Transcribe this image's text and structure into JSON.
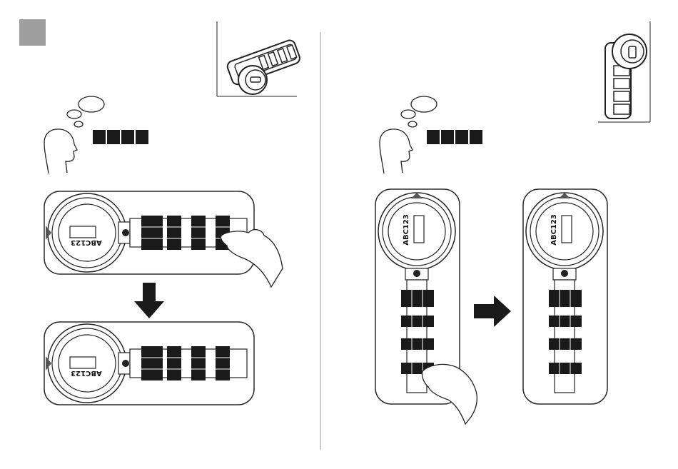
{
  "code_label": "ABC123",
  "colors": {
    "ink": "#1a1a1a",
    "step_box": "#9e9e9e",
    "panel_stroke": "#2a2a2a",
    "divider": "#888888"
  },
  "left_panel": {
    "step_marker": "grey-square",
    "dial_count": 4
  },
  "right_panel": {
    "dial_count": 4
  },
  "arrows": {
    "down": "down-arrow",
    "right": "right-arrow"
  }
}
